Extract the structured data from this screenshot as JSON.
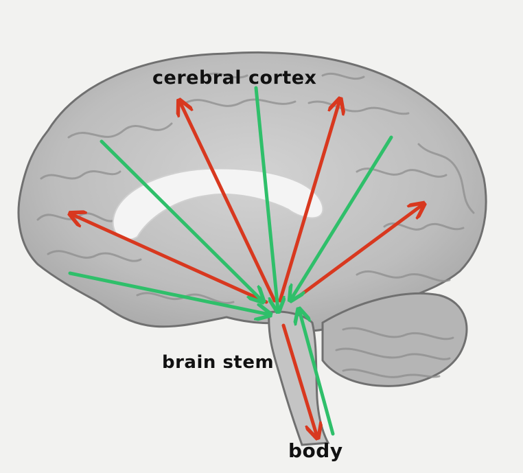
{
  "labels": {
    "cortex": "cerebral cortex",
    "stem": "brain stem",
    "body": "body"
  },
  "colors": {
    "background": "#f2f2f0",
    "brain_fill": "#bdbdbd",
    "brain_outline": "#6f6f6f",
    "highlight": "#f4f4f4",
    "ascending_arrow": "#2fbf6a",
    "descending_arrow": "#d8381f",
    "label_text": "#111111"
  },
  "legend_semantics": {
    "ascending_arrow": "green",
    "descending_arrow": "red"
  }
}
